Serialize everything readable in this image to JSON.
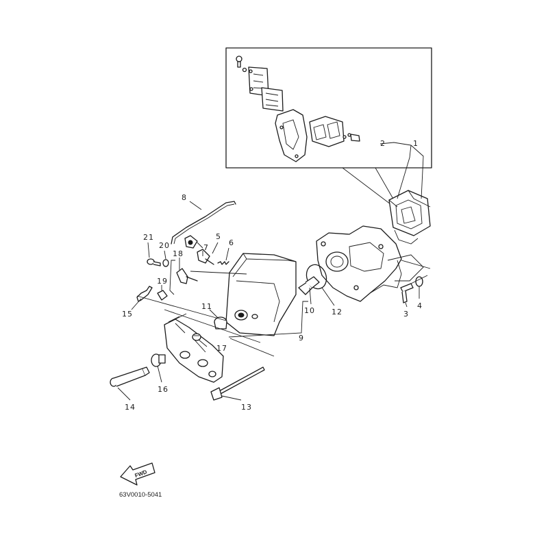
{
  "diagram": {
    "callouts": [
      {
        "id": "c1",
        "text": "1"
      },
      {
        "id": "c2",
        "text": "2"
      },
      {
        "id": "c3",
        "text": "3"
      },
      {
        "id": "c4",
        "text": "4"
      },
      {
        "id": "c5",
        "text": "5"
      },
      {
        "id": "c6",
        "text": "6"
      },
      {
        "id": "c7",
        "text": "7"
      },
      {
        "id": "c8",
        "text": "8"
      },
      {
        "id": "c9",
        "text": "9"
      },
      {
        "id": "c10",
        "text": "10"
      },
      {
        "id": "c11",
        "text": "11"
      },
      {
        "id": "c12",
        "text": "12"
      },
      {
        "id": "c13",
        "text": "13"
      },
      {
        "id": "c14",
        "text": "14"
      },
      {
        "id": "c15",
        "text": "15"
      },
      {
        "id": "c16",
        "text": "16"
      },
      {
        "id": "c17",
        "text": "17"
      },
      {
        "id": "c18",
        "text": "18"
      },
      {
        "id": "c19",
        "text": "19"
      },
      {
        "id": "c20",
        "text": "20"
      },
      {
        "id": "c21",
        "text": "21"
      }
    ],
    "fwd_label": "FWD",
    "drawing_code": "63V0010-5041"
  }
}
